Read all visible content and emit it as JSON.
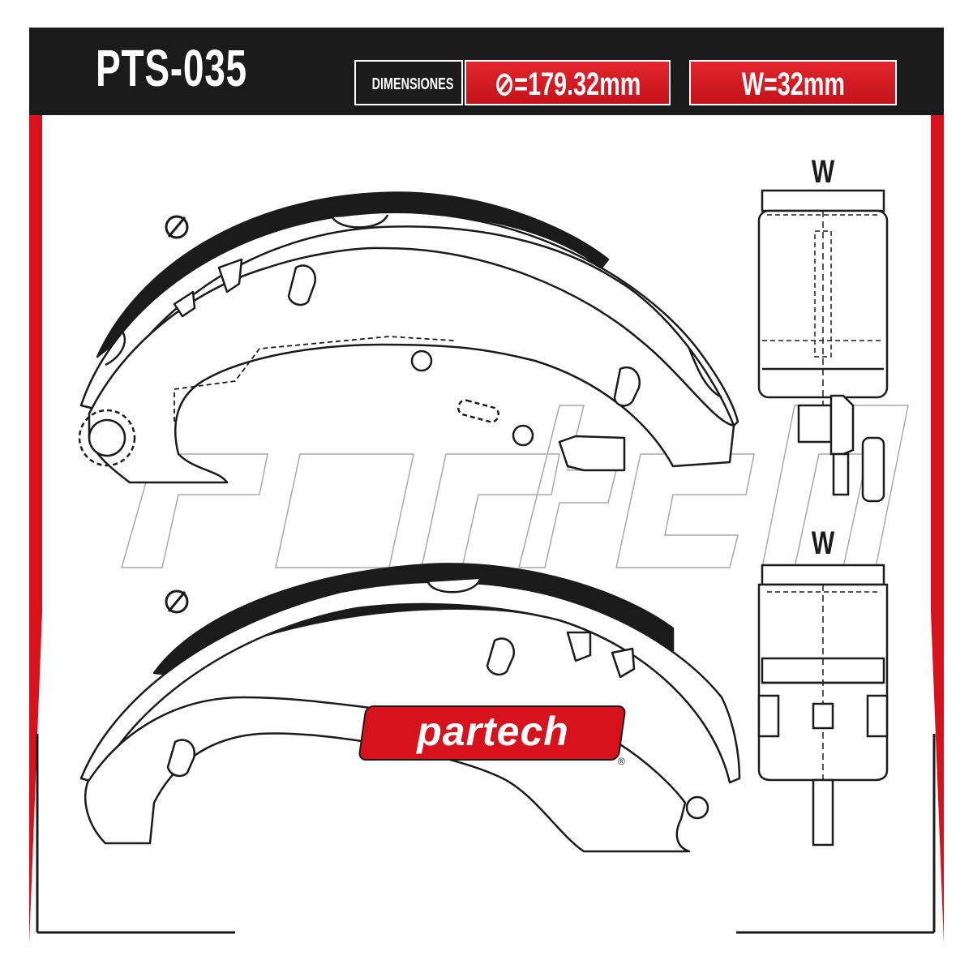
{
  "header": {
    "part_code": "PTS-035",
    "dimensions_label": "DIMENSIONES",
    "diameter": "⊘=179.32mm",
    "width": "W=32mm"
  },
  "diagram": {
    "top_view_w_label": "W",
    "bottom_view_w_label": "W",
    "diameter_symbol_top": "⊘",
    "diameter_symbol_bottom": "⊘",
    "watermark": "partech"
  },
  "brand": {
    "logo_text": "partech",
    "registered": "®"
  },
  "colors": {
    "accent_red": "#d8121c",
    "header_black": "#1b1b1b"
  }
}
